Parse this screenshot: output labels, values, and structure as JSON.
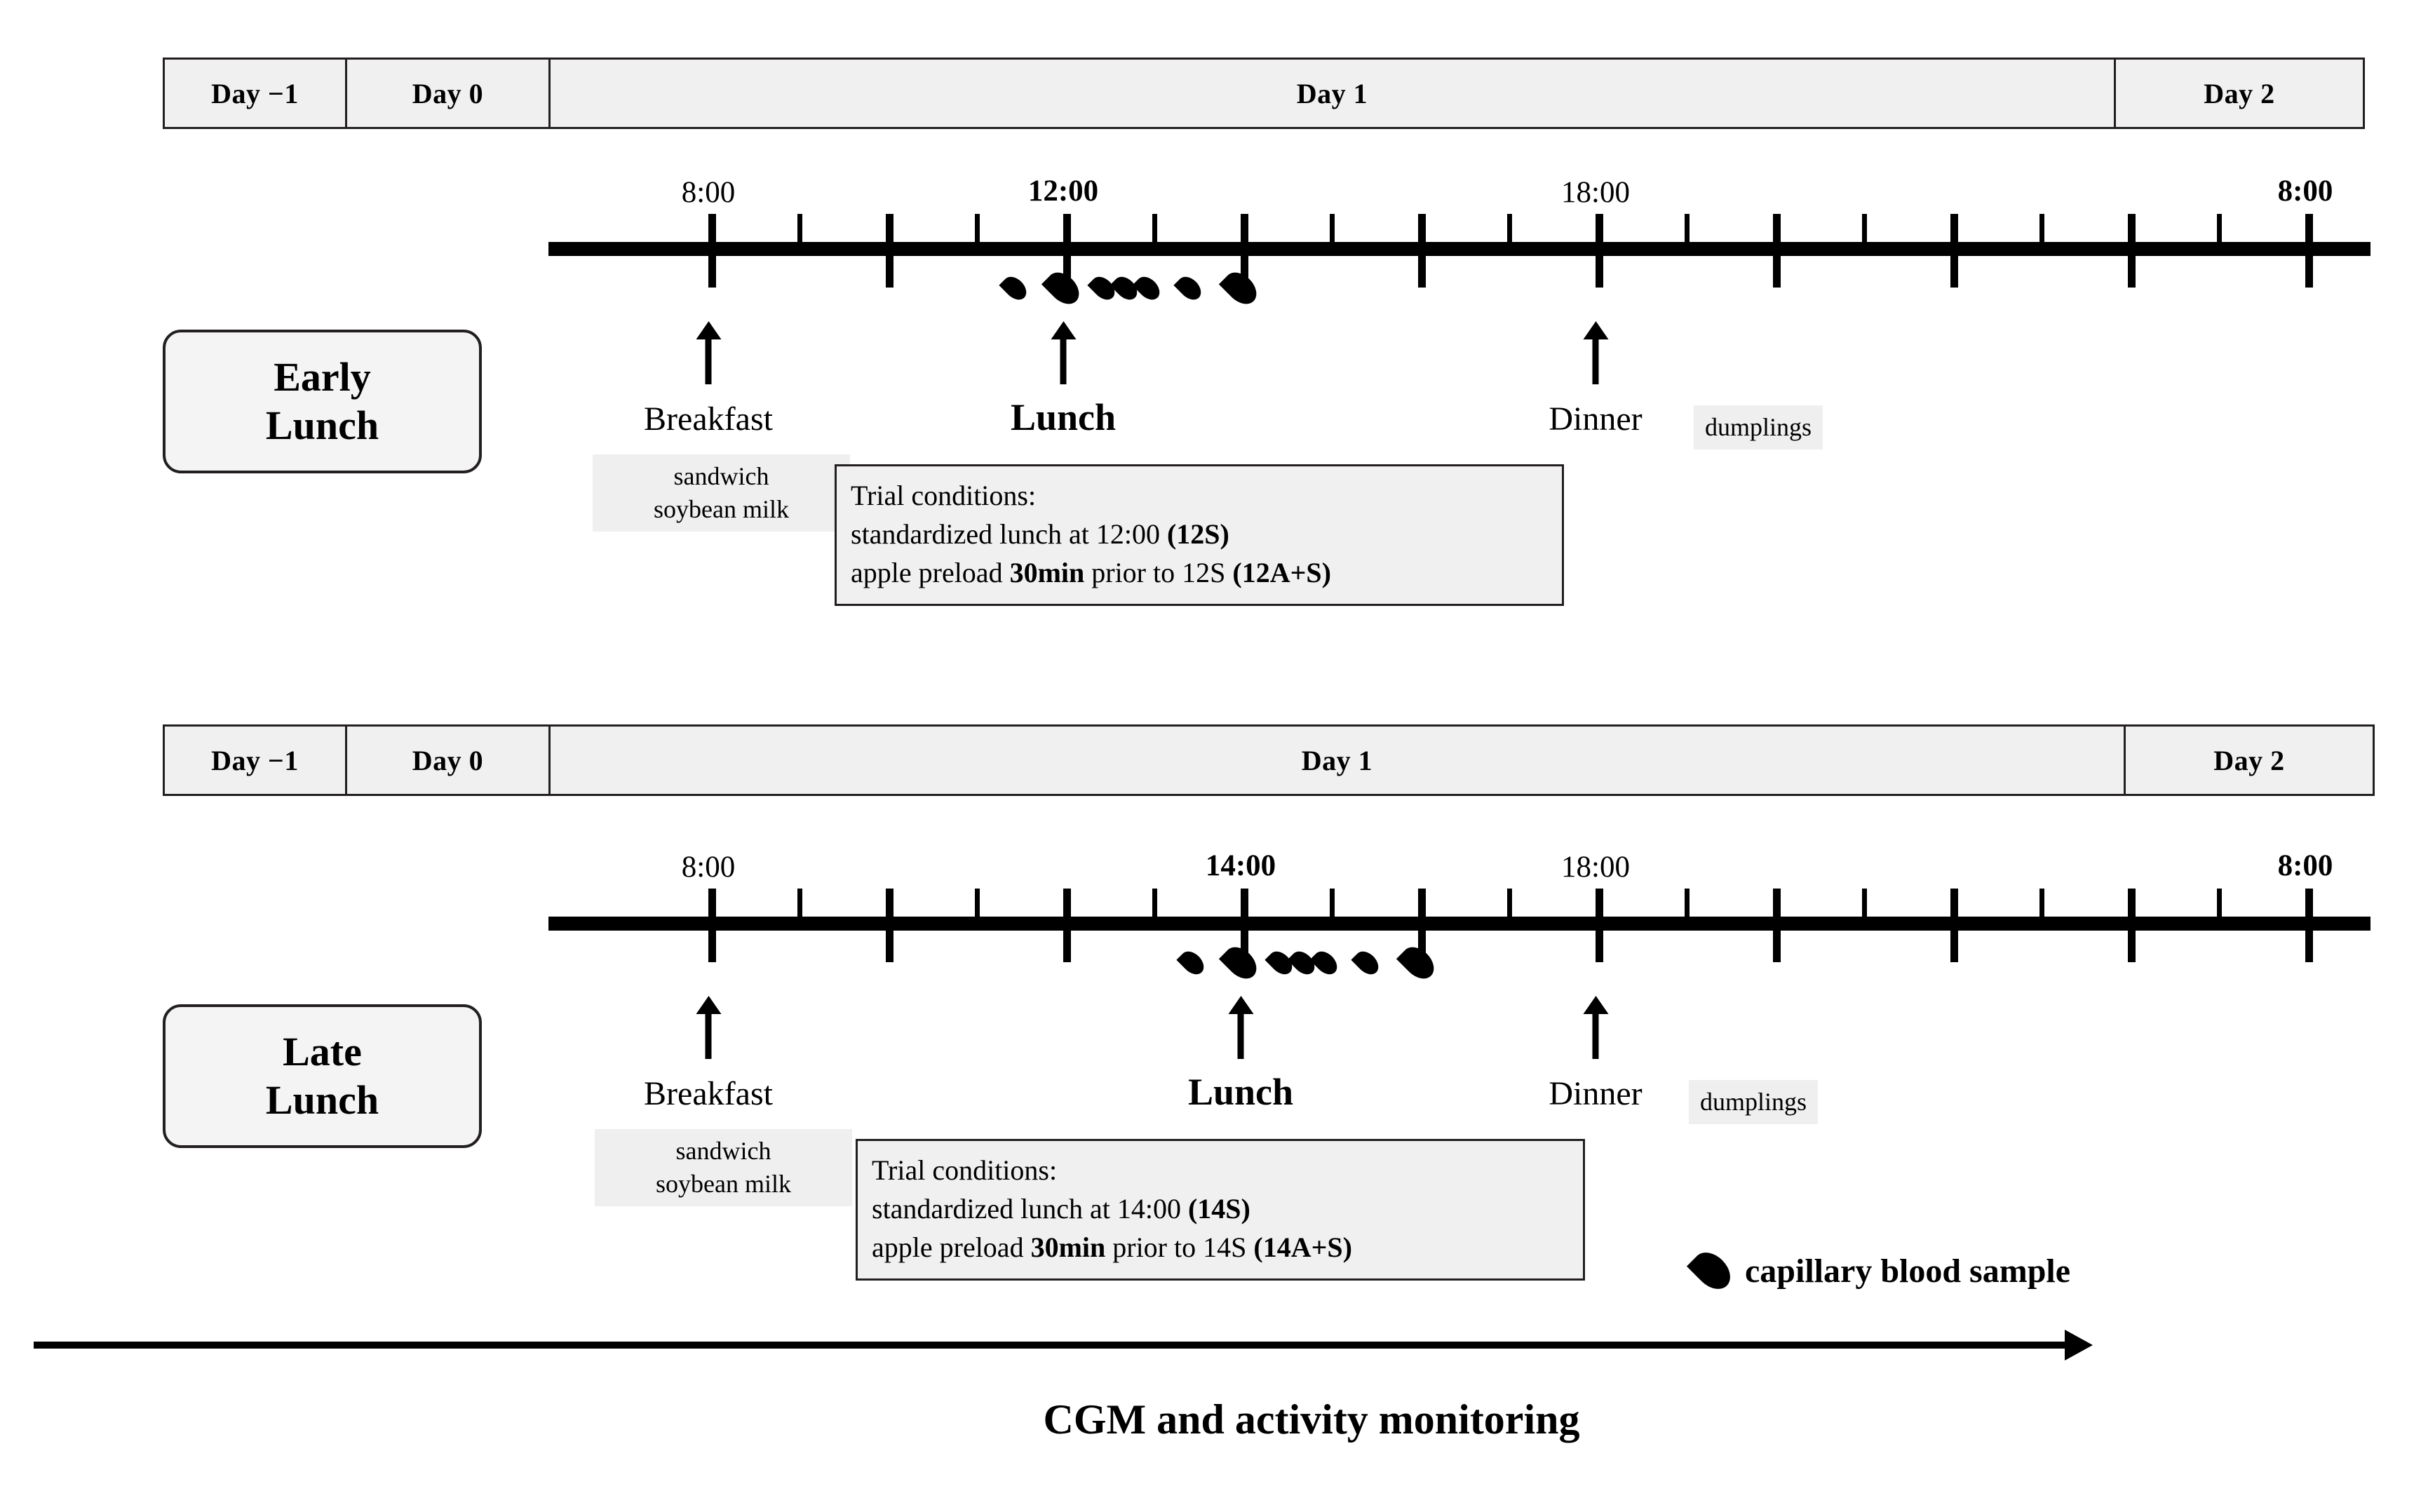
{
  "figure": {
    "footer_label": "CGM and activity monitoring",
    "legend": {
      "icon": "blood-drop-icon",
      "label": "capillary blood sample"
    },
    "colors": {
      "ink": "#000000",
      "cell_fill": "#f0f0f0",
      "chip_fill": "#efefef",
      "border": "#231f20"
    }
  },
  "day_headers": [
    "Day −1",
    "Day 0",
    "Day 1",
    "Day 2"
  ],
  "panels": [
    {
      "group_label": "Early\nLunch",
      "group_label_line1": "Early",
      "group_label_line2": "Lunch",
      "axis": {
        "start_label": "8:00",
        "time_labels": [
          {
            "text": "8:00",
            "bold": false,
            "hour": 8
          },
          {
            "text": "12:00",
            "bold": true,
            "hour": 12
          },
          {
            "text": "18:00",
            "bold": false,
            "hour": 18
          },
          {
            "text": "8:00",
            "bold": true,
            "hour": 32
          }
        ],
        "major_tick_hours": [
          8,
          10,
          12,
          14,
          16,
          18,
          20,
          22,
          24,
          26,
          28,
          30,
          32
        ],
        "minor_tick_hours": [
          9,
          11,
          13,
          15,
          17,
          19,
          21,
          23,
          25,
          27,
          29,
          31
        ],
        "blood_sample_hours": [
          11.5,
          12.0,
          12.5,
          12.75,
          13.0,
          13.5,
          14.0
        ]
      },
      "events": [
        {
          "name": "Breakfast",
          "bold": false,
          "hour": 8
        },
        {
          "name": "Lunch",
          "bold": true,
          "hour": 12
        },
        {
          "name": "Dinner",
          "bold": false,
          "hour": 18
        }
      ],
      "breakfast_note": "sandwich\nsoybean milk",
      "dinner_note": "dumplings",
      "conditions": {
        "title": "Trial conditions:",
        "line2_a": "standardized lunch at 12:00 ",
        "line2_b": "(12S)",
        "line3_a": "apple preload ",
        "line3_b": "30min",
        "line3_c": " prior to 12S ",
        "line3_d": "(12A+S)"
      }
    },
    {
      "group_label": "Late\nLunch",
      "group_label_line1": "Late",
      "group_label_line2": "Lunch",
      "axis": {
        "start_label": "8:00",
        "time_labels": [
          {
            "text": "8:00",
            "bold": false,
            "hour": 8
          },
          {
            "text": "14:00",
            "bold": true,
            "hour": 14
          },
          {
            "text": "18:00",
            "bold": false,
            "hour": 18
          },
          {
            "text": "8:00",
            "bold": true,
            "hour": 32
          }
        ],
        "major_tick_hours": [
          8,
          10,
          12,
          14,
          16,
          18,
          20,
          22,
          24,
          26,
          28,
          30,
          32
        ],
        "minor_tick_hours": [
          9,
          11,
          13,
          15,
          17,
          19,
          21,
          23,
          25,
          27,
          29,
          31
        ],
        "blood_sample_hours": [
          13.5,
          14.0,
          14.5,
          14.75,
          15.0,
          15.5,
          16.0
        ]
      },
      "events": [
        {
          "name": "Breakfast",
          "bold": false,
          "hour": 8
        },
        {
          "name": "Lunch",
          "bold": true,
          "hour": 14
        },
        {
          "name": "Dinner",
          "bold": false,
          "hour": 18
        }
      ],
      "breakfast_note": "sandwich\nsoybean milk",
      "dinner_note": "dumplings",
      "conditions": {
        "title": "Trial conditions:",
        "line2_a": "standardized lunch at 14:00 ",
        "line2_b": "(14S)",
        "line3_a": "apple preload ",
        "line3_b": "30min",
        "line3_c": " prior to 14S ",
        "line3_d": "(14A+S)"
      }
    }
  ]
}
